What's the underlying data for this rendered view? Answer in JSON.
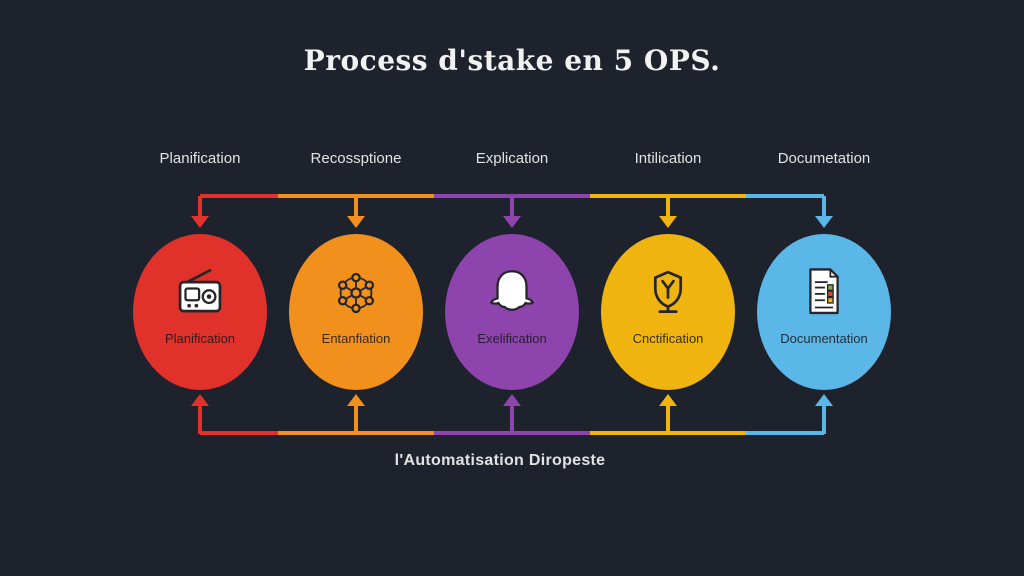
{
  "title": "Process d'stake en 5 OPS.",
  "bottom_caption": "l'Automatisation Diropeste",
  "colors": {
    "background": "#1d222c",
    "title_text": "#f2f2f2",
    "label_text": "#e2e2e2"
  },
  "steps": [
    {
      "top_label": "Planification",
      "circle_label": "Planification",
      "color": "#e0312b",
      "icon": "radio-icon"
    },
    {
      "top_label": "Recossptione",
      "circle_label": "Entanfiation",
      "color": "#f2901d",
      "icon": "network-icon"
    },
    {
      "top_label": "Explication",
      "circle_label": "Exelification",
      "color": "#8e44ad",
      "icon": "ghost-icon"
    },
    {
      "top_label": "Intilication",
      "circle_label": "Cnctification",
      "color": "#f0b411",
      "icon": "trophy-icon"
    },
    {
      "top_label": "Documetation",
      "circle_label": "Documentation",
      "color": "#5bb7e8",
      "icon": "document-icon"
    }
  ]
}
